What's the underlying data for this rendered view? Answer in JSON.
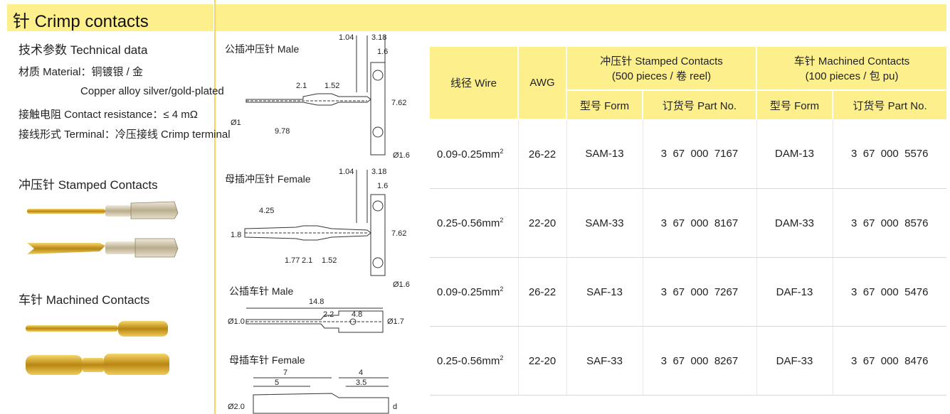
{
  "title": "针 Crimp contacts",
  "tech": {
    "heading": "技术参数 Technical data",
    "material": "材质 Material：铜镀银 / 金",
    "material_en": "Copper alloy silver/gold-plated",
    "resistance": "接触电阻 Contact resistance：≤ 4 mΩ",
    "terminal": "接线形式 Terminal：冷压接线 Crimp terminal"
  },
  "sections": {
    "stamped": "冲压针 Stamped Contacts",
    "machined": "车针 Machined Contacts"
  },
  "drawings": {
    "male_stamped": {
      "label": "公插冲压针 Male",
      "dims": [
        "1.04",
        "3.18",
        "1.6",
        "2.1",
        "1.52",
        "7.62",
        "Ø1",
        "9.78",
        "Ø1.6"
      ]
    },
    "female_stamped": {
      "label": "母插冲压针 Female",
      "dims": [
        "1.04",
        "3.18",
        "1.6",
        "4.25",
        "1.8",
        "7.62",
        "1.77",
        "2.1",
        "1.52",
        "Ø1.6"
      ]
    },
    "male_machined": {
      "label": "公插车针 Male",
      "dims": [
        "14.8",
        "2.2",
        "4.8",
        "Ø1.0",
        "Ø1.7"
      ]
    },
    "female_machined": {
      "label": "母插车针 Female",
      "dims": [
        "7",
        "5",
        "4",
        "3.5",
        "Ø2.0",
        "d"
      ]
    }
  },
  "table": {
    "headers": {
      "wire": "线径 Wire",
      "awg": "AWG",
      "stamped_group": "冲压针 Stamped Contacts",
      "stamped_sub": "(500 pieces / 卷 reel)",
      "machined_group": "车针 Machined Contacts",
      "machined_sub": "(100 pieces / 包 pu)",
      "form": "型号 Form",
      "part": "订货号 Part No."
    },
    "unit_sup": "2",
    "rows": [
      {
        "wire": "0.09-0.25mm",
        "awg": "26-22",
        "s_form": "SAM-13",
        "s_part": "3  67  000  7167",
        "m_form": "DAM-13",
        "m_part": "3  67  000  5576"
      },
      {
        "wire": "0.25-0.56mm",
        "awg": "22-20",
        "s_form": "SAM-33",
        "s_part": "3  67  000  8167",
        "m_form": "DAM-33",
        "m_part": "3  67  000  8576"
      },
      {
        "wire": "0.09-0.25mm",
        "awg": "26-22",
        "s_form": "SAF-13",
        "s_part": "3  67  000  7267",
        "m_form": "DAF-13",
        "m_part": "3  67  000  5476"
      },
      {
        "wire": "0.25-0.56mm",
        "awg": "22-20",
        "s_form": "SAF-33",
        "s_part": "3  67  000  8267",
        "m_form": "DAF-33",
        "m_part": "3  67  000  8476"
      }
    ]
  },
  "colors": {
    "accent_yellow": "#fdf08c",
    "gold": "#d4a017",
    "silver": "#c9c2b0"
  }
}
